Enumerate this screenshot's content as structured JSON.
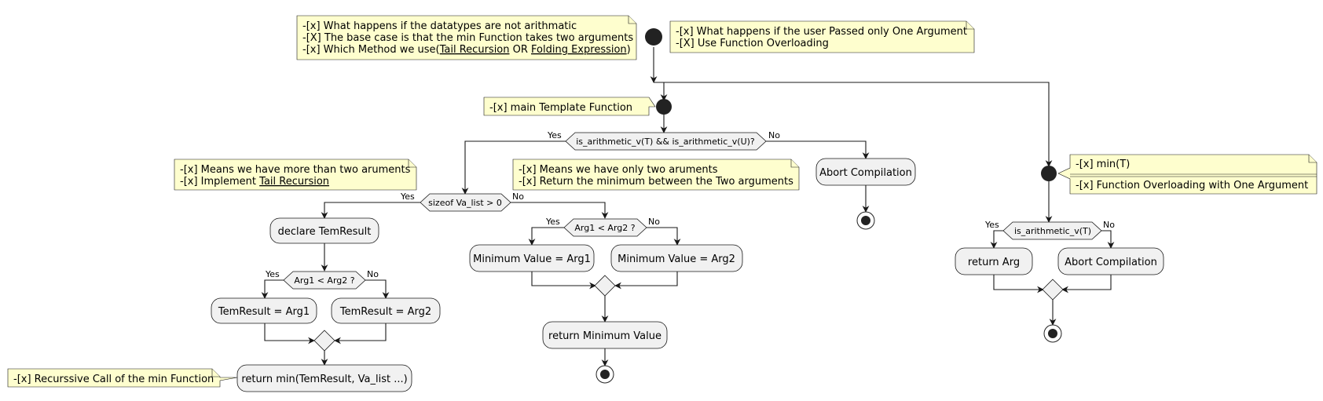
{
  "notes": {
    "top_left": [
      "-[x] What happens if the datatypes are not arithmatic",
      "-[X] The base case is that the min Function takes two arguments",
      "-[x] Which Method we use(Tail Recursion OR Folding Expression)"
    ],
    "top_left_method_parts": {
      "prefix": "-[x] Which Method we use(",
      "link1": "Tail Recursion",
      "sep": " OR ",
      "link2": "Folding Expression",
      "suffix": ")"
    },
    "top_right": [
      "-[x] What happens if the user Passed only One Argument",
      "-[X] Use Function Overloading"
    ],
    "main_template": "-[x] main Template Function",
    "more_args": {
      "line1": "-[x] Means we have more than two aruments",
      "line2_prefix": "-[x] Implement ",
      "line2_link": "Tail Recursion"
    },
    "two_args": [
      "-[x] Means we have only two aruments",
      "-[x] Return the minimum between the Two arguments"
    ],
    "min_t": {
      "title": "-[x] min(T)",
      "body": "-[x] Function Overloading with One Argument"
    },
    "recursive": "-[x] Recurssive Call of the min Function"
  },
  "decisions": {
    "is_arith_both": {
      "label": "is_arithmetic_v(T) && is_arithmetic_v(U)?",
      "yes": "Yes",
      "no": "No"
    },
    "sizeof": {
      "label": "sizeof Va_list > 0",
      "yes": "Yes",
      "no": "No"
    },
    "arg_cmp_left": {
      "label": "Arg1 < Arg2 ?",
      "yes": "Yes",
      "no": "No"
    },
    "arg_cmp_mid": {
      "label": "Arg1 < Arg2 ?",
      "yes": "Yes",
      "no": "No"
    },
    "is_arith_single": {
      "label": "is_arithmetic_v(T)",
      "yes": "Yes",
      "no": "No"
    }
  },
  "actions": {
    "abort_main": "Abort Compilation",
    "declare_tem": "declare TemResult",
    "tem_arg1": "TemResult = Arg1",
    "tem_arg2": "TemResult =  Arg2",
    "return_min": "return min(TemResult, Va_list ...)",
    "min_arg1": "Minimum Value = Arg1",
    "min_arg2": "Minimum Value =  Arg2",
    "return_min_value": "return Minimum Value",
    "return_arg": "return Arg",
    "abort_single": "Abort Compilation"
  }
}
